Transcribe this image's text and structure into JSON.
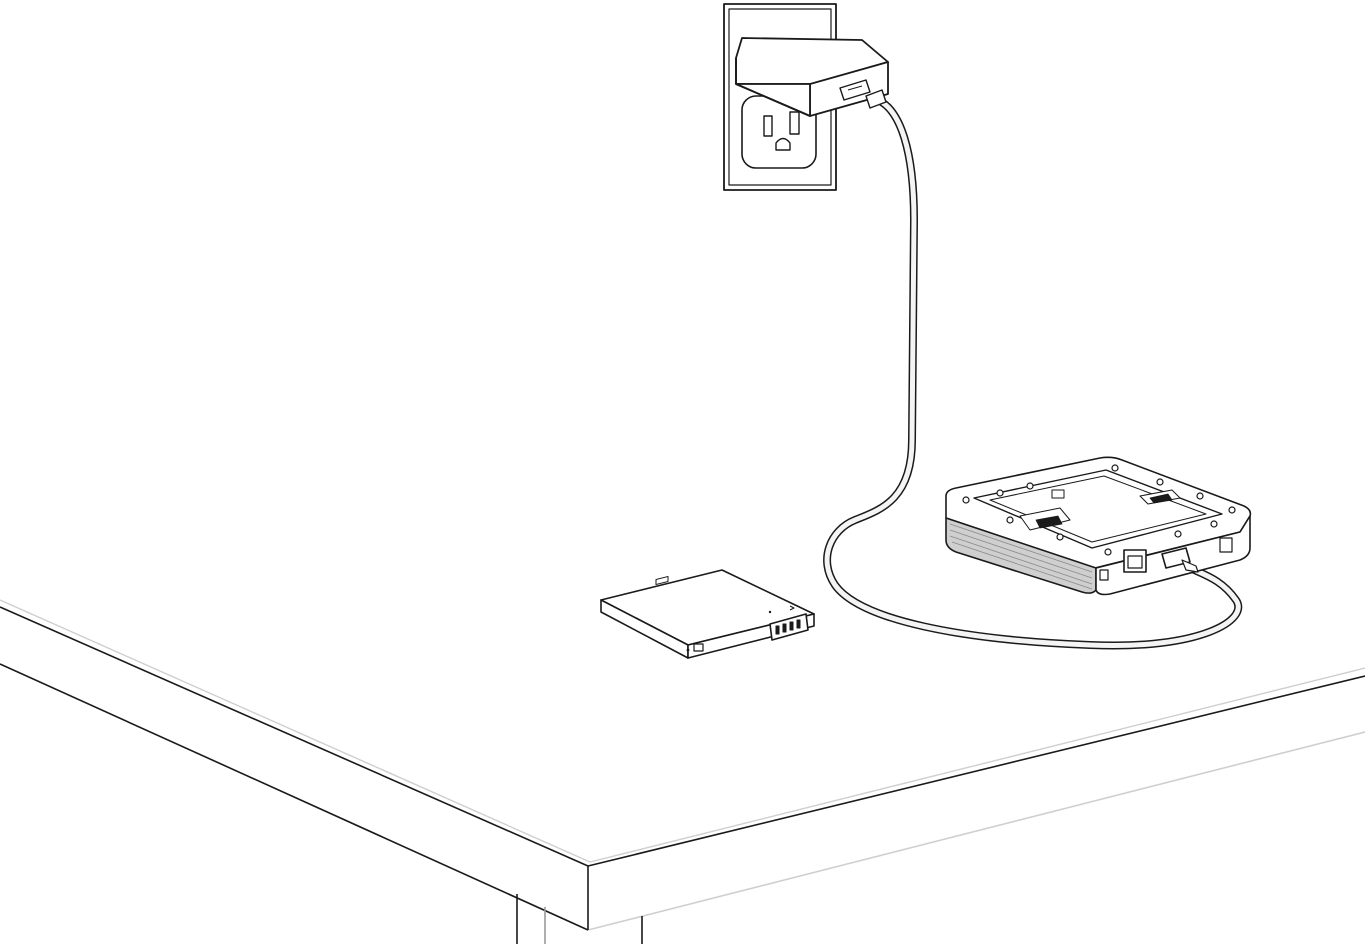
{
  "diagram": {
    "objects": [
      "wall-outlet",
      "wall-charger",
      "usb-cable",
      "mobile-hotspot-device",
      "battery-pack",
      "table"
    ]
  },
  "colors": {
    "line": "#1a1a1a",
    "fill": "#ffffff",
    "cable": "#f4f4f4",
    "outlet_face": "#ffffff",
    "shadow_gray": "#dcdcdc",
    "vent_gray": "#cfcfcf"
  }
}
